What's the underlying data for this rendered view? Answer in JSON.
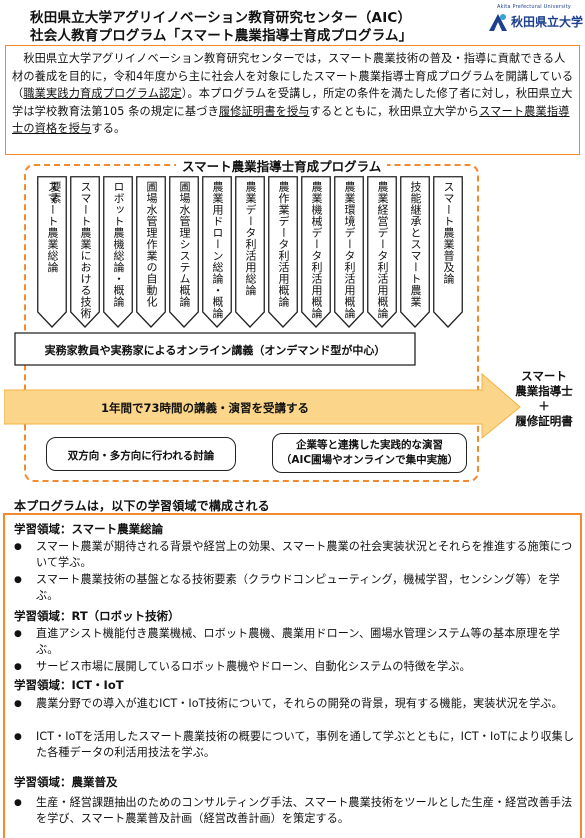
{
  "header": {
    "title_line1": "秋田県立大学アグリイノベーション教育研究センター（AIC）",
    "title_line2": "社会人教育プログラム「スマート農業指導士育成プログラム」",
    "logo_en": "Akita Prefectural University",
    "logo_jp": "秋田県立大学"
  },
  "intro": {
    "t1": "　秋田県立大学アグリイノベーション教育研究センターでは，スマート農業技術の普及・指導に貢献できる人材の養成を目的に，令和4年度から主に社会人を対象にしたスマート農業指導士育成プログラムを開講している（",
    "u1": "職業実践力育成プログラム認定",
    "t2": "）。本プログラムを受講し，所定の条件を満たした修了者に対し，秋田県立大学は学校教育法第105 条の規定に基づき",
    "u2": "履修証明書を授与",
    "t3": "するとともに，秋田県立大学から",
    "u3": "スマート農業指導士の資格を授与",
    "t4": "する。"
  },
  "program": {
    "title": "スマート農業指導士育成プログラム",
    "courses": [
      "スマート農業総論",
      "スマート農業における技術要素",
      "ロボット農機総論・概論",
      "圃場水管理作業の自動化",
      "圃場水管理システム概論",
      "農業用ドローン総論・概論",
      "農業データ利活用総論",
      "農作業データ利活用概論",
      "農業機械データ利活用概論",
      "農業環境データ利活用概論",
      "農業経営データ利活用概論",
      "技能継承とスマート農業",
      "スマート農業普及論"
    ],
    "online": "実務家教員や実務家によるオンライン講義（オンデマンド型が中心）",
    "arrow": "1年間で73時間の講義・演習を受講する",
    "result_line1": "スマート",
    "result_line2": "農業指導士",
    "result_plus": "＋",
    "result_line3": "履修証明書",
    "discussion": "双方向・多方向に行われる討論",
    "practice_line1": "企業等と連携した実践的な演習",
    "practice_line2": "（AIC圃場やオンラインで集中実施）"
  },
  "domains": {
    "lead": "本プログラムは，以下の学習領域で構成される",
    "bullet": "●",
    "sections": [
      {
        "heading": "学習領域：スマート農業総論",
        "items": [
          "スマート農業が期待される背景や経営上の効果、スマート農業の社会実装状況とそれらを推進する施策について学ぶ。",
          "スマート農業技術の基盤となる技術要素（クラウドコンピューティング，機械学習，センシング等）を学ぶ。"
        ]
      },
      {
        "heading": "学習領域：RT（ロボット技術）",
        "items": [
          "直進アシスト機能付き農業機械、ロボット農機、農業用ドローン、圃場水管理システム等の基本原理を学ぶ。",
          "サービス市場に展開しているロボット農機やドローン、自動化システムの特徴を学ぶ。"
        ]
      },
      {
        "heading": "学習領域：ICT・IoT",
        "items": [
          "農業分野での導入が進むICT・IoT技術について，それらの開発の背景，現有する機能，実装状況を学ぶ。",
          "ICT・IoTを活用したスマート農業技術の概要について，事例を通して学ぶとともに，ICT・IoTにより収集した各種データの利活用技法を学ぶ。"
        ]
      },
      {
        "heading": "学習領域：農業普及",
        "items": [
          "生産・経営課題抽出のためのコンサルティング手法、スマート農業技術をツールとした生産・経営改善手法を学び、スマート農業普及計画（経営改善計画）を策定する。"
        ]
      }
    ]
  },
  "colors": {
    "accent": "#f28a2f",
    "arrow_fill": "#fbd68a",
    "logo_blue": "#1d3f8f"
  }
}
